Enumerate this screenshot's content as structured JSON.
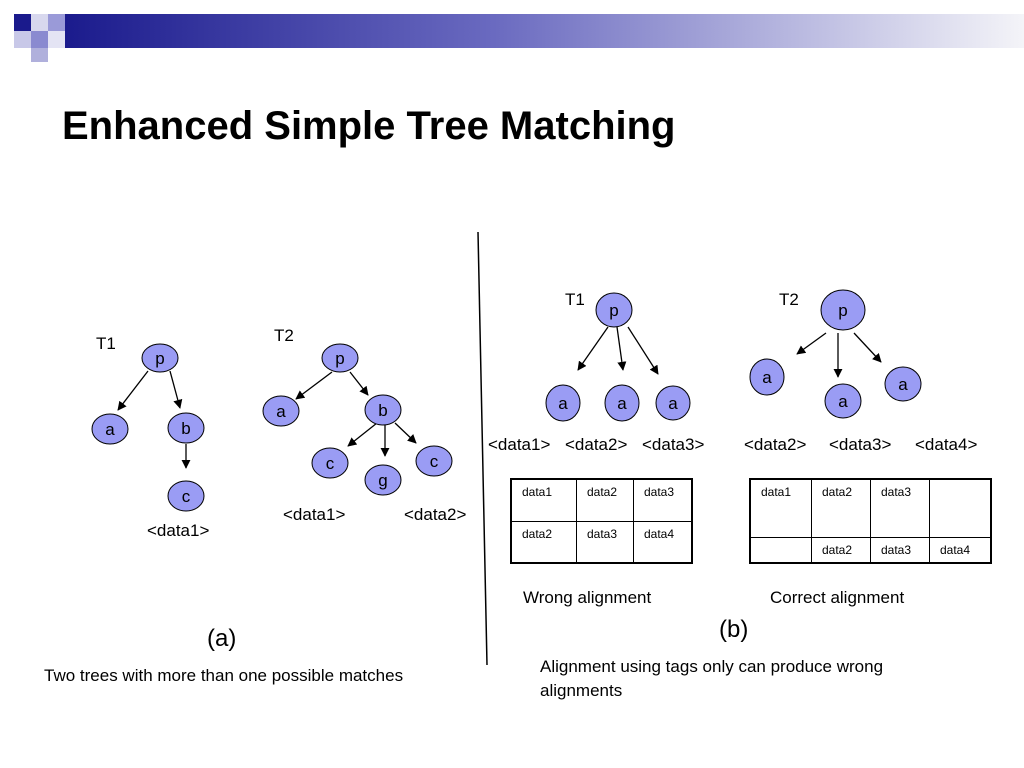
{
  "title": "Enhanced Simple Tree Matching",
  "colors": {
    "node_fill": "#9a9cf4",
    "banner_dark": "#1a1a8c",
    "banner_light": "#8a8ad0"
  },
  "part_a": {
    "tree1": {
      "label": "T1",
      "nodes": [
        "p",
        "a",
        "b",
        "c"
      ],
      "data": "<data1>"
    },
    "tree2": {
      "label": "T2",
      "nodes": [
        "p",
        "a",
        "b",
        "c",
        "g",
        "c"
      ],
      "data": [
        "<data1>",
        "<data2>"
      ]
    },
    "label": "(a)",
    "caption": "Two trees with more than one possible matches"
  },
  "part_b": {
    "tree1": {
      "label": "T1",
      "nodes": [
        "p",
        "a",
        "a",
        "a"
      ],
      "data": [
        "<data1>",
        "<data2>",
        "<data3>"
      ]
    },
    "tree2": {
      "label": "T2",
      "nodes": [
        "p",
        "a",
        "a",
        "a"
      ],
      "data": [
        "<data2>",
        "<data3>",
        "<data4>"
      ]
    },
    "wrong_table": [
      [
        "data1",
        "data2",
        "data3"
      ],
      [
        "data2",
        "data3",
        "data4"
      ]
    ],
    "correct_table": [
      [
        "data1",
        "data2",
        "data3",
        ""
      ],
      [
        "",
        "data2",
        "data3",
        "data4"
      ]
    ],
    "wrong_caption": "Wrong alignment",
    "correct_caption": "Correct alignment",
    "label": "(b)",
    "caption": "Alignment using tags only can produce wrong alignments"
  }
}
